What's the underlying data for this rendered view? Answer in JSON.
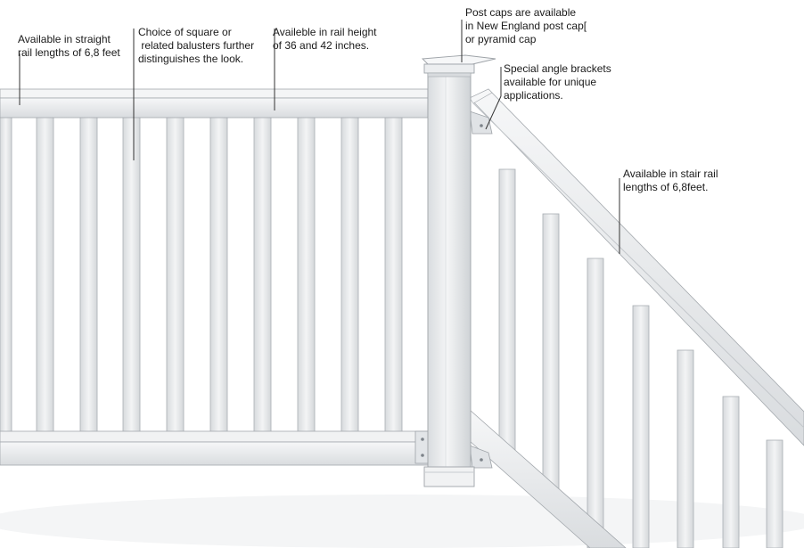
{
  "colors": {
    "vinyl": "#eceef0",
    "vinyl_shade": "#d6d9dd",
    "outline": "#9aa0a6",
    "leader": "#333333"
  },
  "callouts": {
    "straight_rail": {
      "lines": [
        "Available in straight",
        "rail lengths of 6,8 feet"
      ]
    },
    "balusters": {
      "lines": [
        "Choice of square or",
        " related balusters further",
        "distinguishes the look."
      ]
    },
    "rail_height": {
      "lines": [
        "Availeble in rail height",
        "of 36 and 42 inches."
      ]
    },
    "post_caps": {
      "lines": [
        "Post caps are available",
        "in New England post cap[",
        "or pyramid cap"
      ]
    },
    "brackets": {
      "lines": [
        "Special angle brackets",
        "available for unique",
        "applications."
      ]
    },
    "stair_rail": {
      "lines": [
        "Available in stair rail",
        "lengths of 6,8feet."
      ]
    }
  }
}
